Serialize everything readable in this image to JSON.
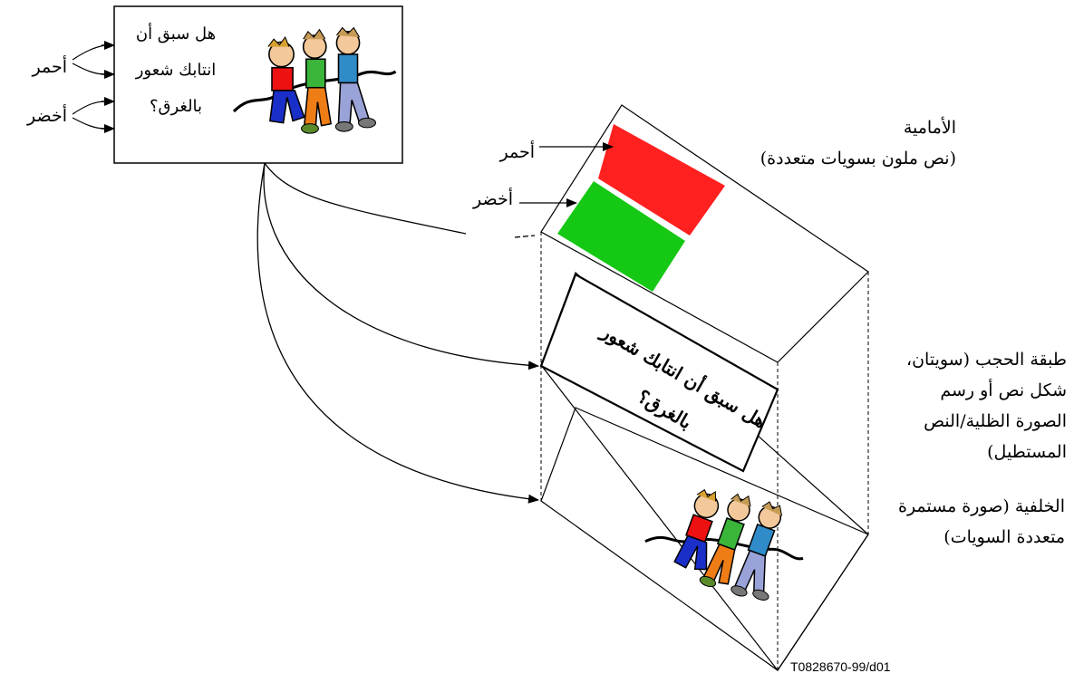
{
  "source": {
    "lines": [
      "هل سبق أن",
      "انتابك شعور",
      "بالغرق؟"
    ],
    "input_labels": [
      "أحمر",
      "أخضر"
    ]
  },
  "layers": {
    "front": {
      "input_labels": [
        "أحمر",
        "أخضر"
      ],
      "colors": {
        "red": "#ff2020",
        "green": "#14c814"
      },
      "description_lines": [
        "الأمامية",
        "(نص ملون بسويات متعددة)"
      ]
    },
    "middle": {
      "text_lines": [
        "هل سبق أن انتابك شعور",
        "بالغرق؟"
      ],
      "description_lines": [
        "طبقة الحجب (سويتان،",
        "شكل نص أو رسم",
        "الصورة الظلية/النص",
        "المستطيل)"
      ]
    },
    "back": {
      "description_lines": [
        "الخلفية (صورة مستمرة",
        "متعددة السويات)"
      ]
    }
  },
  "figure_id": "T0828670-99/d01"
}
